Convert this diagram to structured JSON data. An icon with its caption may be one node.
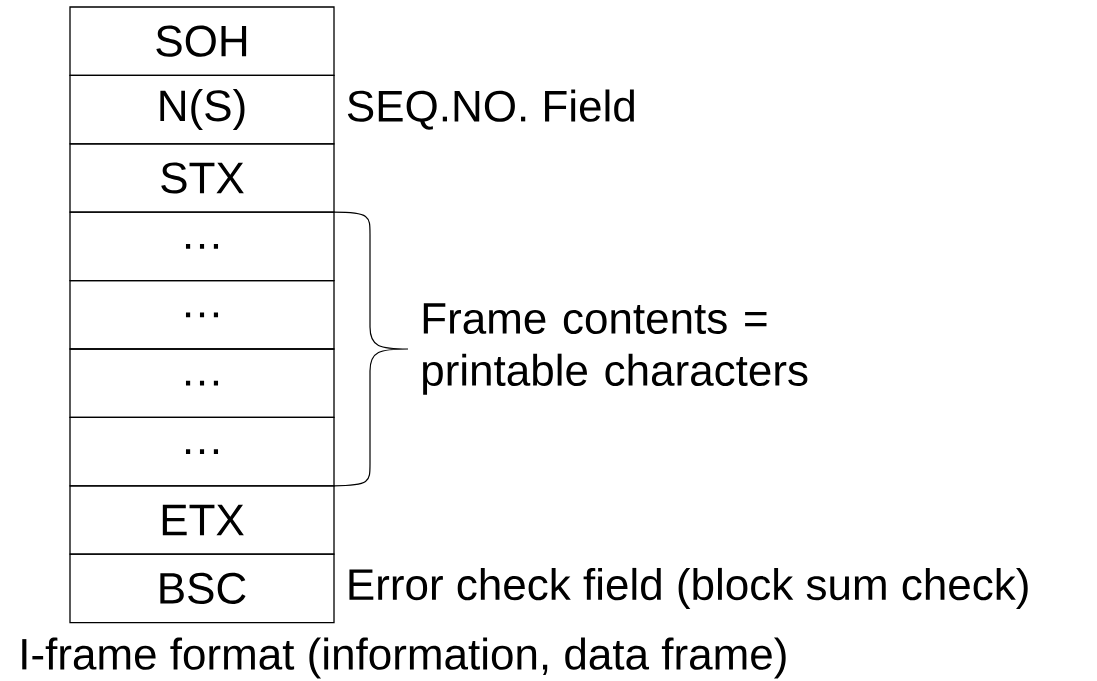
{
  "diagram": {
    "caption": "I-frame format (information, data frame)",
    "nodes": [
      {
        "text": [
          "SOH"
        ]
      },
      {
        "text": [
          "N(S)"
        ],
        "beside": [
          "SEQ.NO. Field"
        ]
      },
      {
        "text": [
          "STX"
        ]
      },
      {
        "text": [
          "…"
        ]
      },
      {
        "text": [
          "…"
        ]
      },
      {
        "text": [
          "…"
        ]
      },
      {
        "text": [
          "…"
        ]
      },
      {
        "text": [
          "ETX"
        ]
      },
      {
        "text": [
          "BSC"
        ],
        "beside": [
          "Error check field (block sum check)"
        ]
      }
    ],
    "labels": [
      "Frame contents = printable characters"
    ]
  }
}
